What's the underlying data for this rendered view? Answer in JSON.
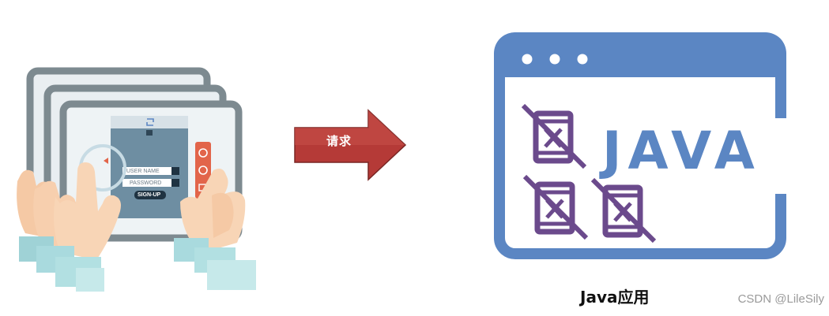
{
  "arrow": {
    "label": "请求",
    "color": "#b53a37"
  },
  "login_form": {
    "username_placeholder": "USER NAME",
    "password_placeholder": "PASSWORD",
    "signup_label": "SIGN-UP"
  },
  "java_app": {
    "logo_text": "JAVA",
    "caption": "Java应用",
    "accent_color": "#5b86c3",
    "icon_color": "#6b4a8c"
  },
  "watermark": "CSDN @LileSily"
}
